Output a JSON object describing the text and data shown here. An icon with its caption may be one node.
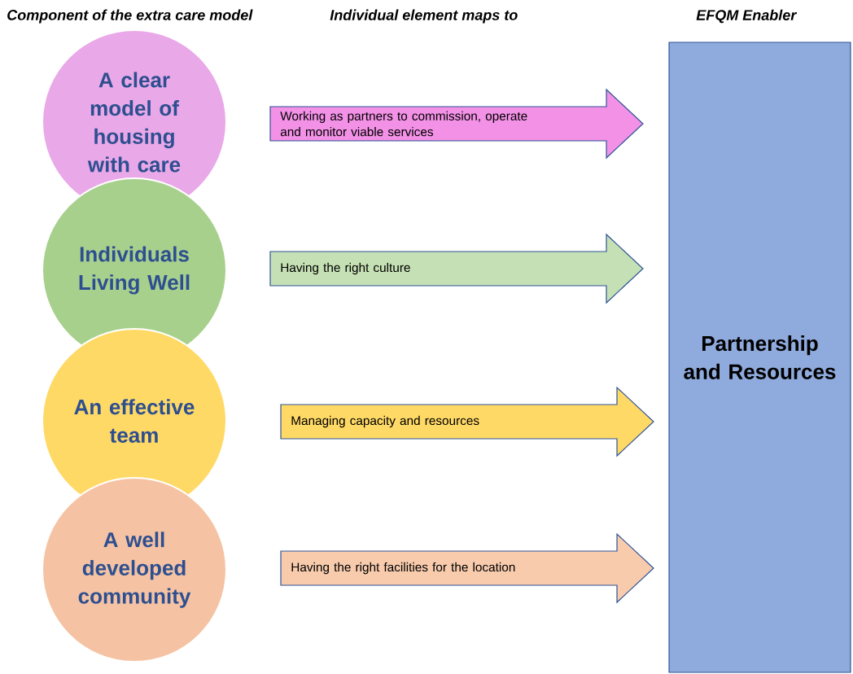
{
  "diagram": {
    "nodes": [
      {
        "text": [
          "A clear model of housing with care"
        ]
      },
      {
        "text": [
          "Individuals Living Well"
        ]
      },
      {
        "text": [
          "An effective team"
        ]
      },
      {
        "text": [
          "A well developed community"
        ]
      },
      {
        "text": [
          "Working as partners to commission, operate and monitor viable services"
        ]
      },
      {
        "text": [
          "Having the right culture"
        ]
      },
      {
        "text": [
          "Managing capacity and resources"
        ]
      },
      {
        "text": [
          "Having the right facilities for the location"
        ]
      },
      {
        "text": [
          "Partnership and Resources"
        ]
      }
    ],
    "labels": [
      "Component of the extra care model",
      "Individual element maps to",
      "EFQM Enabler"
    ]
  }
}
